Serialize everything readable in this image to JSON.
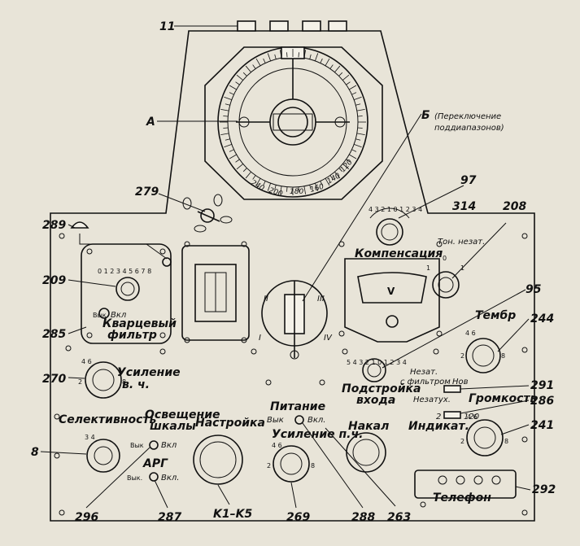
{
  "labels": {
    "A": "А",
    "B": "Б",
    "B_note_1": "(Переключение",
    "B_note_2": "поддиапазонов)",
    "kompensatsiya": "Компенсация",
    "ton_nezat": "Тон. незат.",
    "kvartsevyi_1": "Кварцевый",
    "kvartsevyi_2": "фильтр",
    "usilenie_vch_1": "Усиление",
    "usilenie_vch_2": "в. ч.",
    "selektivnost": "Селективность",
    "osveshchenie_1": "Освещение",
    "osveshchenie_2": "шкалы",
    "arg": "АРГ",
    "nastroika": "Настройка",
    "pitanie": "Питание",
    "usilenie_pch": "Усиление п.ч.",
    "nakal": "Накал",
    "podstroika_1": "Подстройка",
    "podstroika_2": "входа",
    "timbr": "Тембр",
    "nezat_1": "Незат.",
    "nezat_2": "с фильтром",
    "nezat_3": "Нов",
    "nezatukh": "Незатух.",
    "gromkost": "Громкость",
    "indikat": "Индикат.",
    "telefon": "Телефон",
    "vyk": "Вык",
    "vkl": "Вкл",
    "vyk_dot": "Вык.",
    "vkl_dot": "Вкл.",
    "ind_2": "2",
    "ind_120": "120",
    "K": "K1–K5",
    "roman_I": "I",
    "roman_II": "II",
    "roman_III": "III",
    "roman_IV": "IV"
  },
  "callouts": {
    "n11": "11",
    "n97": "97",
    "n314": "314",
    "n208": "208",
    "n279": "279",
    "n289": "289",
    "n209": "209",
    "n285": "285",
    "n95": "95",
    "n270": "270",
    "n244": "244",
    "n291": "291",
    "n286": "286",
    "n241": "241",
    "n8": "8",
    "n296": "296",
    "n287": "287",
    "n269": "269",
    "n288": "288",
    "n263": "263",
    "n292": "292"
  },
  "dial_scale": [
    "240",
    "200",
    "180",
    "160",
    "140",
    "120"
  ]
}
